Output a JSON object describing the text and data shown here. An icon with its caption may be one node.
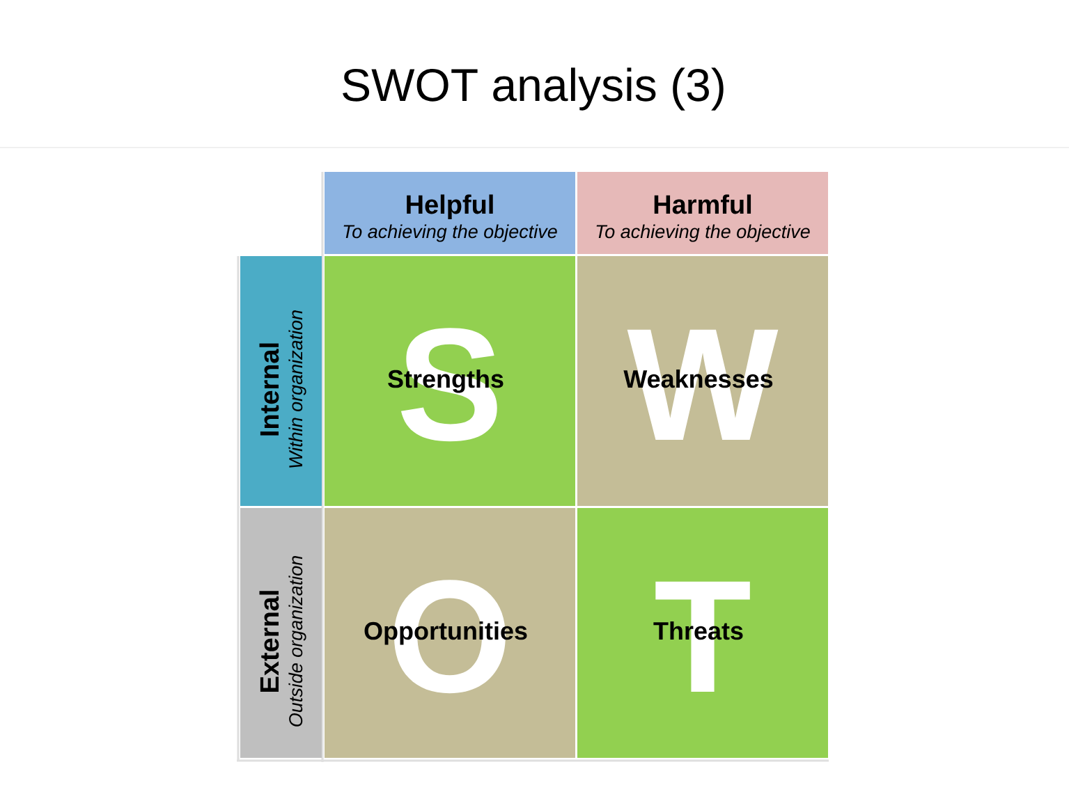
{
  "diagram": {
    "title": "SWOT analysis (3)",
    "nodes": [
      {
        "text": [
          "Helpful",
          "To achieving the objective"
        ]
      },
      {
        "text": [
          "Harmful",
          "To achieving the objective"
        ]
      },
      {
        "text": [
          "Internal",
          "Within organization"
        ]
      },
      {
        "text": [
          "S",
          "Strengths"
        ]
      },
      {
        "text": [
          "W",
          "Weaknesses"
        ]
      },
      {
        "text": [
          "External",
          "Outside organization"
        ]
      },
      {
        "text": [
          "O",
          "Opportunities"
        ]
      },
      {
        "text": [
          "T",
          "Threats"
        ]
      }
    ]
  }
}
